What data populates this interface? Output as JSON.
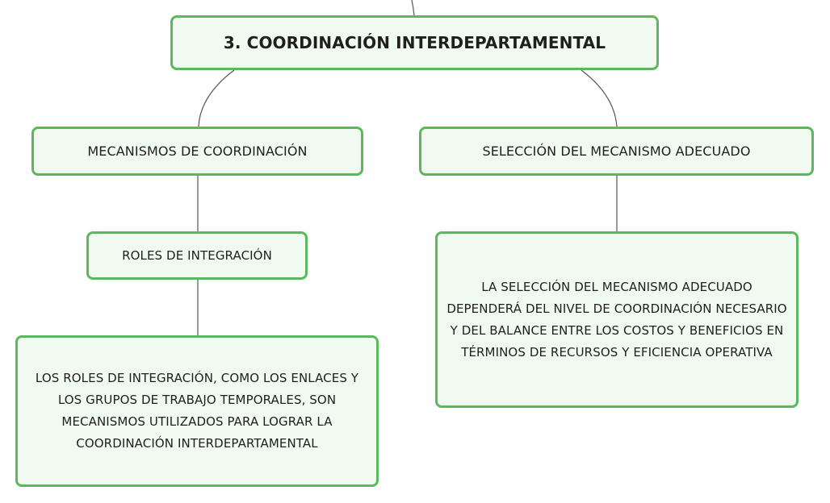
{
  "root": {
    "label": "3. COORDINACIÓN INTERDEPARTAMENTAL"
  },
  "branches": {
    "mecanismos": {
      "label": "MECANISMOS DE COORDINACIÓN",
      "child": {
        "label": "ROLES DE INTEGRACIÓN",
        "detail": "LOS ROLES DE INTEGRACIÓN, COMO LOS ENLACES Y LOS GRUPOS DE TRABAJO TEMPORALES, SON MECANISMOS UTILIZADOS PARA LOGRAR LA COORDINACIÓN INTERDEPARTAMENTAL"
      }
    },
    "seleccion": {
      "label": "SELECCIÓN DEL MECANISMO ADECUADO",
      "detail": "LA SELECCIÓN DEL MECANISMO ADECUADO DEPENDERÁ DEL NIVEL DE COORDINACIÓN NECESARIO Y DEL BALANCE ENTRE LOS COSTOS Y BENEFICIOS EN TÉRMINOS DE RECURSOS Y EFICIENCIA OPERATIVA"
    }
  },
  "colors": {
    "border": "#5cb85c",
    "fill": "#f1faf0",
    "connector": "#555555"
  }
}
